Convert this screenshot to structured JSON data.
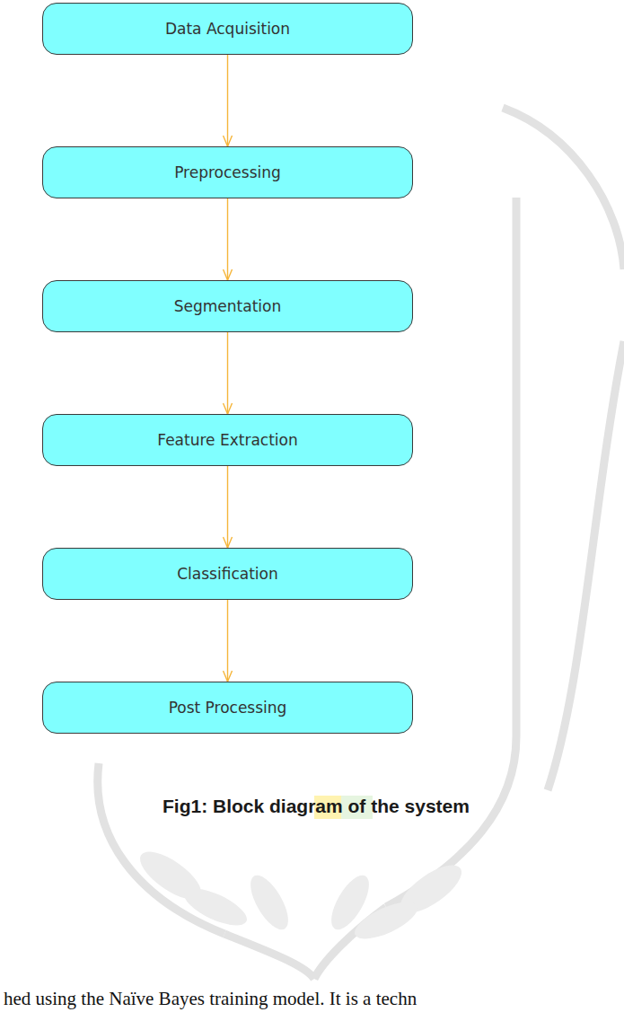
{
  "diagram": {
    "caption": "Fig1: Block diagram of the system",
    "nodes": [
      {
        "text": [
          "Data Acquisition"
        ]
      },
      {
        "text": [
          "Preprocessing"
        ]
      },
      {
        "text": [
          "Segmentation"
        ]
      },
      {
        "text": [
          "Feature Extraction"
        ]
      },
      {
        "text": [
          "Classification"
        ]
      },
      {
        "text": [
          "Post Processing"
        ]
      }
    ],
    "edges": [
      {
        "from": 0,
        "to": 1,
        "arrow": "to"
      },
      {
        "from": 1,
        "to": 2,
        "arrow": "to"
      },
      {
        "from": 2,
        "to": 3,
        "arrow": "to"
      },
      {
        "from": 3,
        "to": 4,
        "arrow": "to"
      },
      {
        "from": 4,
        "to": 5,
        "arrow": "to"
      }
    ],
    "labels": [
      "hed using the Naïve Bayes training model. It is a techn"
    ]
  }
}
